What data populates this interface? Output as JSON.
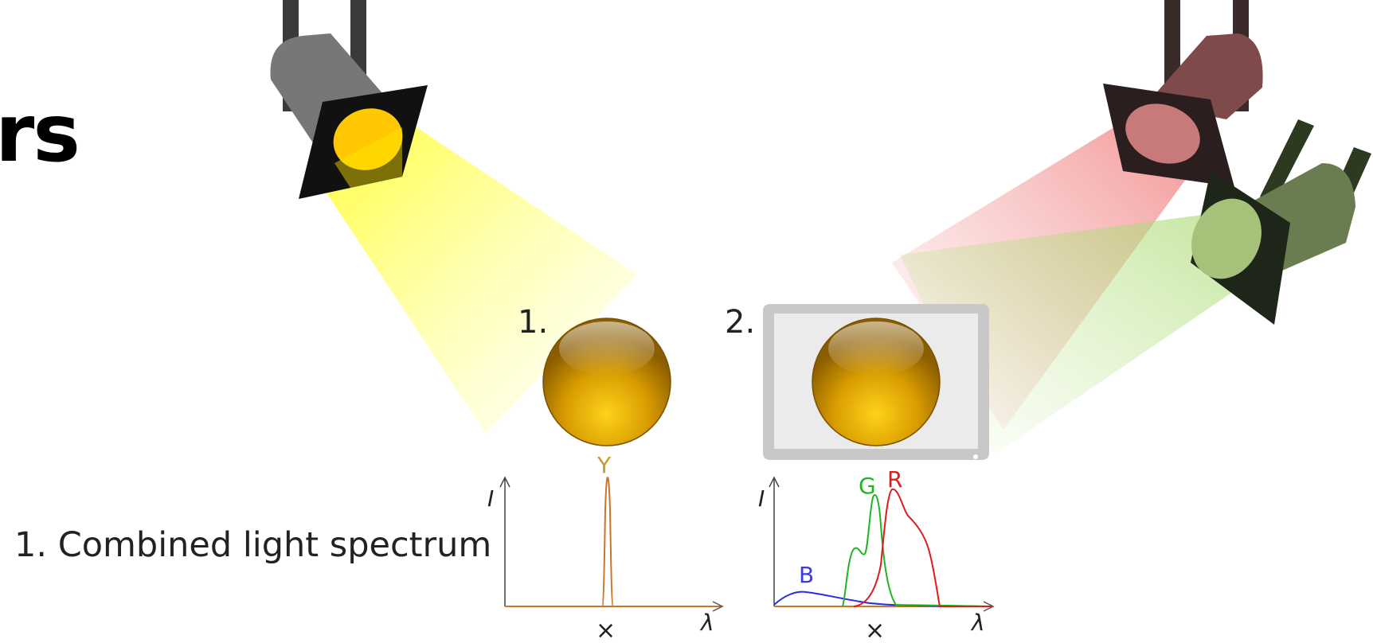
{
  "title_fragment": "rs",
  "caption": "1. Combined light spectrum",
  "panels": [
    {
      "number": "1.",
      "axis_y_label": "I",
      "axis_x_label": "λ",
      "marker": "×",
      "peaks": [
        {
          "label": "Y",
          "color": "#c8862a"
        }
      ]
    },
    {
      "number": "2.",
      "axis_y_label": "I",
      "axis_x_label": "λ",
      "marker": "×",
      "peaks": [
        {
          "label": "B",
          "color": "#2a2ae6"
        },
        {
          "label": "G",
          "color": "#22b422"
        },
        {
          "label": "R",
          "color": "#dd1c1c"
        }
      ]
    }
  ],
  "lamps": [
    {
      "name": "yellow-spotlight",
      "beam_color": "#ffff33"
    },
    {
      "name": "red-spotlight",
      "beam_color": "#f07878"
    },
    {
      "name": "green-spotlight",
      "beam_color": "#aee07a"
    }
  ],
  "colors": {
    "sphere": "#e0a800",
    "monitor_frame": "#c8c8c8",
    "spectrum_axis": "#c8762a"
  }
}
